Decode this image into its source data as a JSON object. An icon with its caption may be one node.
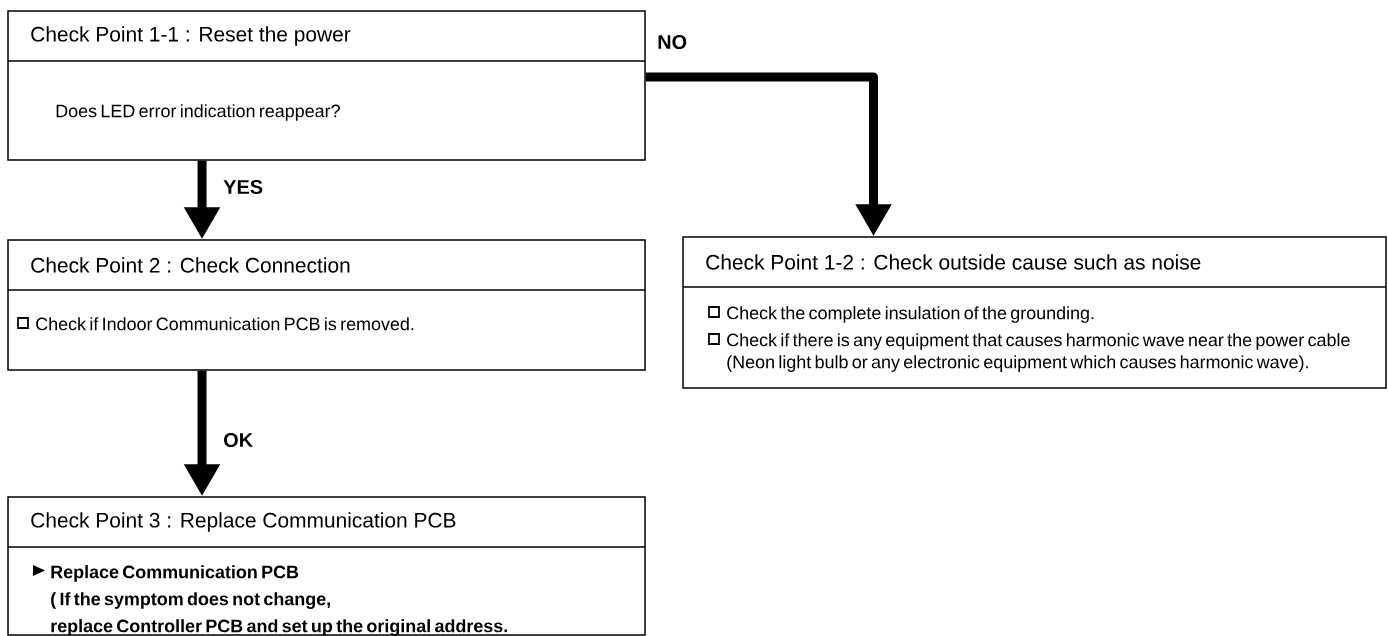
{
  "diagram": {
    "nodes": [
      {
        "text": [
          "Check Point 1-1 :  Reset the power",
          "Does LED error indication reappear?"
        ]
      },
      {
        "text": [
          "Check Point 2 : Check Connection",
          "Check if Indoor Communication PCB is removed."
        ]
      },
      {
        "text": [
          "Check Point 3 : Replace Communication PCB",
          "Replace Communication PCB",
          "( If the symptom does not change,",
          "replace Controller PCB and set up the original address."
        ]
      },
      {
        "text": [
          "Check Point 1-2 : Check outside cause such as noise",
          "Check the complete insulation of the grounding.",
          "Check if there is any equipment that causes harmonic wave near the power cable (Neon light bulb or any electronic equipment which causes harmonic wave)."
        ]
      }
    ],
    "edges": [
      {
        "from": 0,
        "to": 1,
        "arrow": "to",
        "label": "YES"
      },
      {
        "from": 1,
        "to": 2,
        "arrow": "to",
        "label": "OK"
      },
      {
        "from": 0,
        "to": 3,
        "arrow": "to",
        "label": "NO"
      }
    ]
  }
}
